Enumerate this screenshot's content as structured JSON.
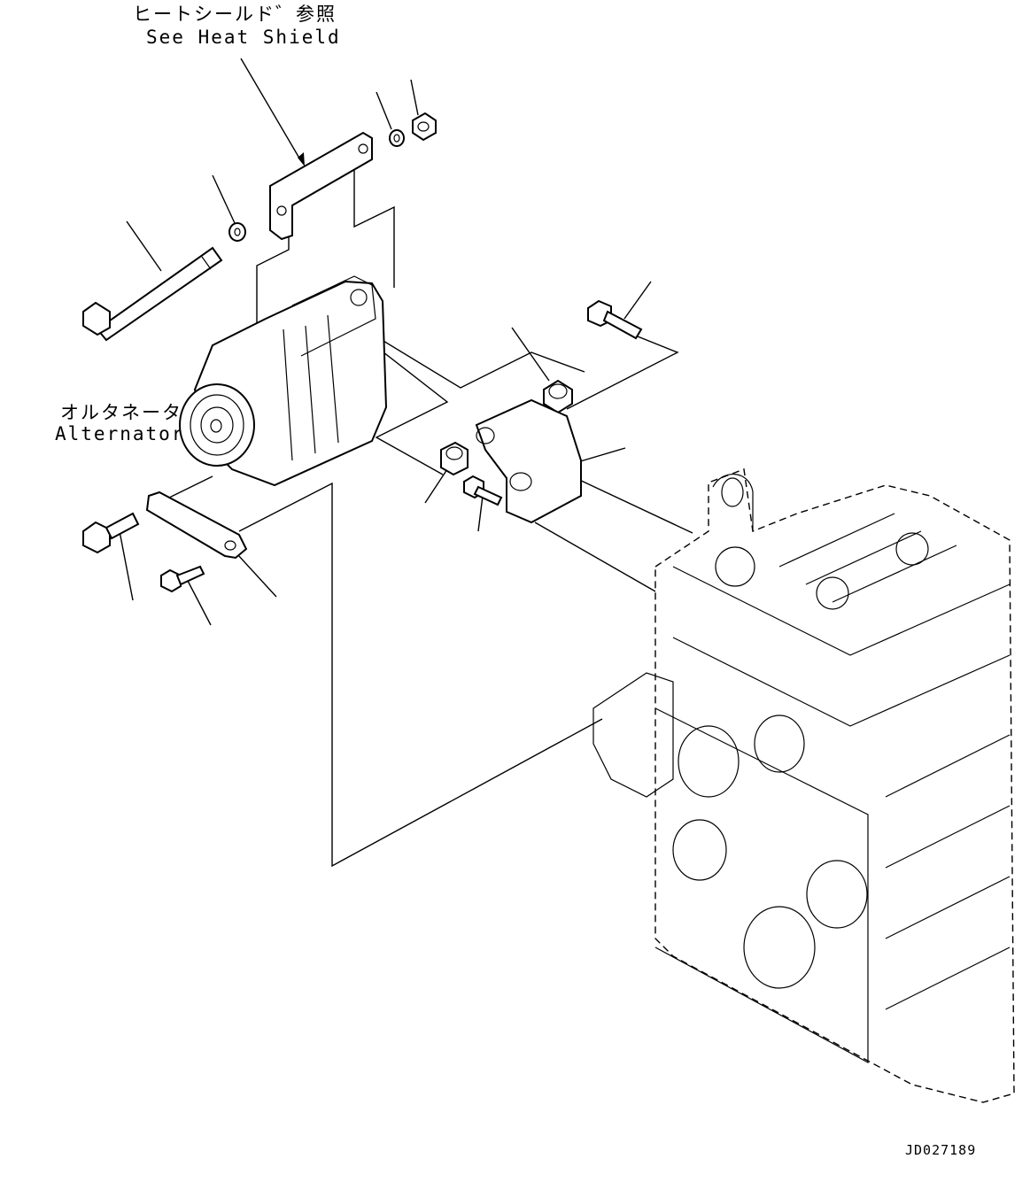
{
  "labels": {
    "heat_shield_jp": "ヒートシールド゛参照",
    "heat_shield_en": "See Heat Shield",
    "alternator_jp": "オルタネータ",
    "alternator_en": "Alternator",
    "drawing_code": "JD027189"
  }
}
